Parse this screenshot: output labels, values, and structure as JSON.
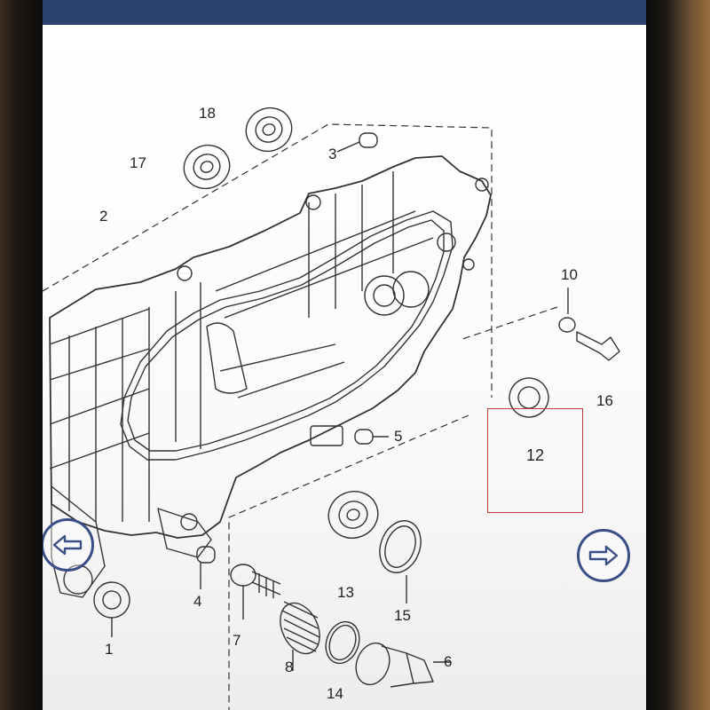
{
  "diagram": {
    "part_labels": {
      "p1": "1",
      "p2": "2",
      "p3": "3",
      "p4": "4",
      "p5": "5",
      "p6": "6",
      "p7": "7",
      "p8": "8",
      "p10": "10",
      "p12": "12",
      "p13": "13",
      "p14": "14",
      "p15": "15",
      "p16": "16",
      "p17": "17",
      "p18": "18"
    },
    "highlight_color": "#c0393b",
    "line_color": "#333333"
  },
  "navigation": {
    "prev_icon": "arrow-left-icon",
    "next_icon": "arrow-right-icon",
    "accent_color": "#3a4f86"
  }
}
